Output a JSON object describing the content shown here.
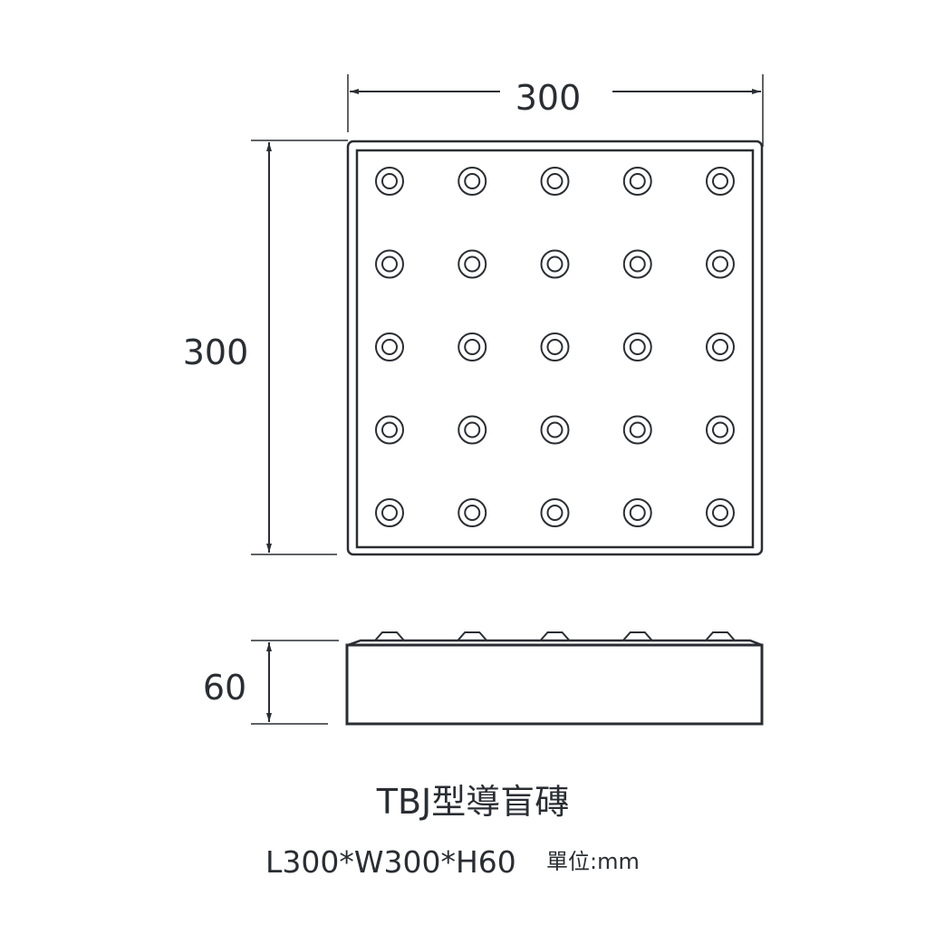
{
  "dimensions": {
    "length": "300",
    "width": "300",
    "height": "60"
  },
  "tile": {
    "rows": 5,
    "cols": 5,
    "line_color": "#2a2e33"
  },
  "title": "TBJ型導盲磚",
  "spec": {
    "size": "L300*W300*H60",
    "unit": "單位:mm"
  }
}
